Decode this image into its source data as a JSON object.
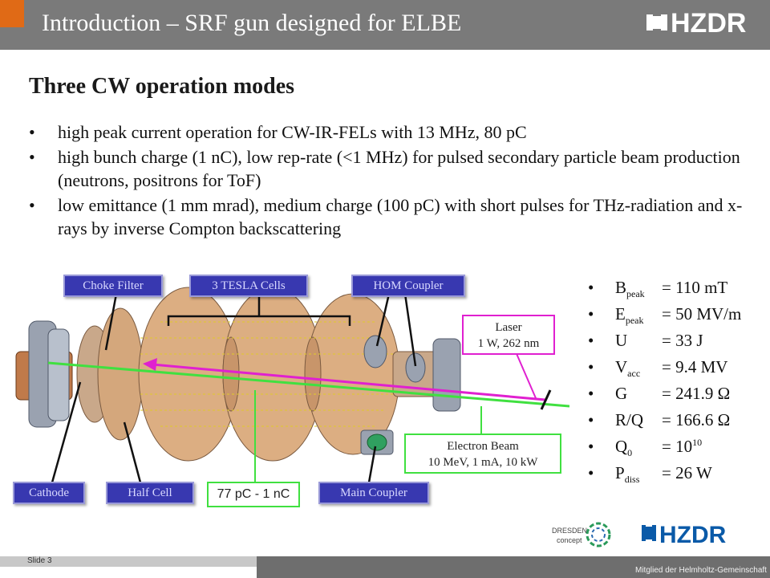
{
  "header": {
    "title": "Introduction – SRF gun designed for ELBE",
    "logo": "HZDR"
  },
  "main": {
    "heading": "Three CW operation modes",
    "bullets": [
      "high peak current operation for CW-IR-FELs with 13 MHz, 80 pC",
      "high bunch charge (1 nC), low rep-rate (<1 MHz) for pulsed secondary particle beam production (neutrons, positrons for ToF)",
      "low emittance (1 mm mrad), medium charge (100 pC) with short pulses for THz-radiation and x-rays by inverse Compton backscattering"
    ]
  },
  "figure": {
    "labels": {
      "choke_filter": "Choke Filter",
      "tesla_cells": "3 TESLA Cells",
      "hom_coupler": "HOM Coupler",
      "cathode": "Cathode",
      "half_cell": "Half Cell",
      "main_coupler": "Main Coupler"
    },
    "laser": {
      "line1": "Laser",
      "line2": "1 W, 262 nm"
    },
    "electron_beam": {
      "line1": "Electron Beam",
      "line2": "10 MeV, 1 mA, 10 kW"
    },
    "charge": "77 pC - 1 nC",
    "colors": {
      "laser": "#e020d0",
      "beam": "#40e040",
      "label_box": "#3838b0",
      "cavity": "#d9a679"
    }
  },
  "params": [
    {
      "name": "B",
      "sub": "peak",
      "value": "= 110 mT"
    },
    {
      "name": "E",
      "sub": "peak",
      "value": "= 50 MV/m"
    },
    {
      "name": "U",
      "sub": "",
      "value": "= 33 J"
    },
    {
      "name": "V",
      "sub": "acc",
      "value": "= 9.4 MV"
    },
    {
      "name": "G",
      "sub": "",
      "value": "= 241.9 Ω"
    },
    {
      "name": "R/Q",
      "sub": "",
      "value": "= 166.6 Ω"
    },
    {
      "name": "Q",
      "sub": "0",
      "value": "= 10",
      "sup": "10"
    },
    {
      "name": "P",
      "sub": "diss",
      "value": "= 26 W"
    }
  ],
  "footer": {
    "slide": "Slide 3",
    "dresden_line1": "DRESDEN",
    "dresden_line2": "concept",
    "logo": "HZDR",
    "helmholtz": "Mitglied der Helmholtz-Gemeinschaft"
  }
}
